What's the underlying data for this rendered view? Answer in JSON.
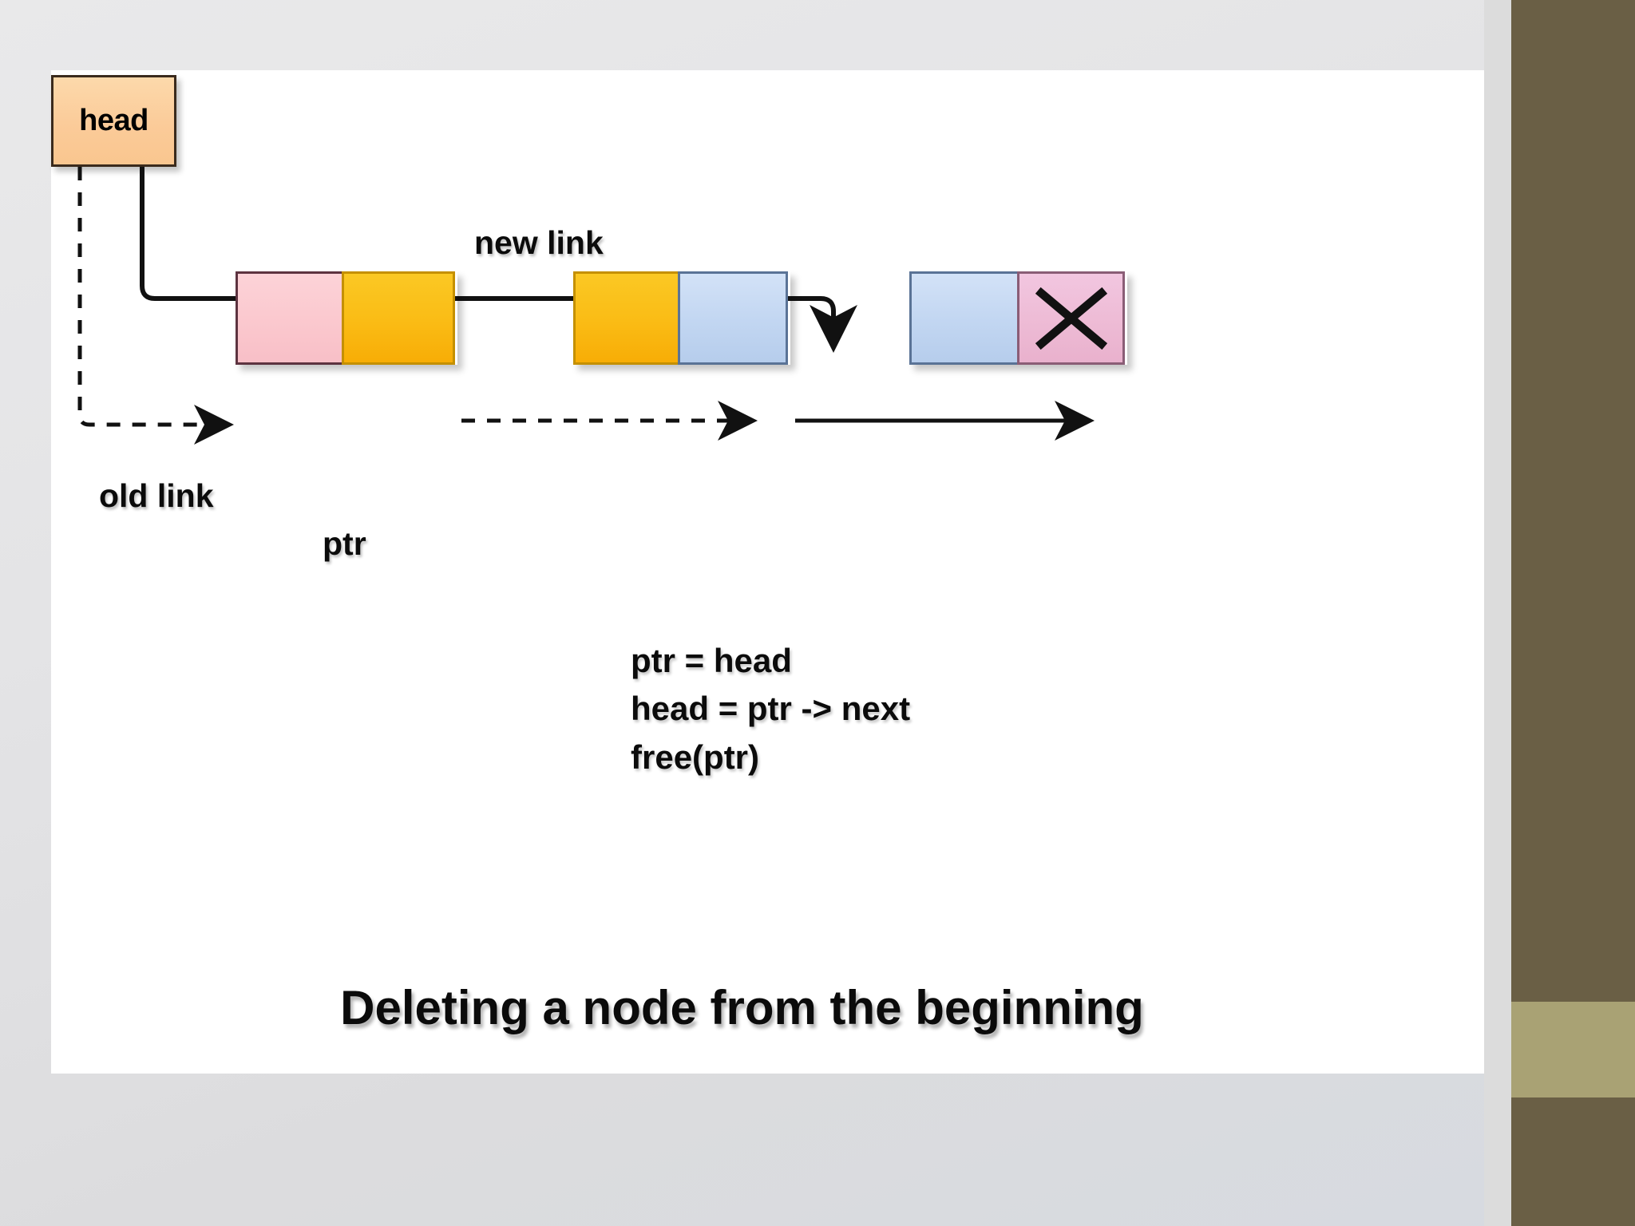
{
  "slide": {
    "caption": "Deleting a node from the beginning",
    "background_color": "#e7e7e9",
    "canvas_color": "#ffffff"
  },
  "sidebar": {
    "bar_color": "#6a5f45",
    "accent_color": "#a9a274",
    "gutter_color": "#dcdcdc"
  },
  "diagram": {
    "head_label": "head",
    "new_link_label": "new link",
    "old_link_label": "old link",
    "ptr_label": "ptr",
    "end_marker": "X",
    "nodes": [
      {
        "name": "node-deleted",
        "data_cell_color": "#fbc9cf",
        "next_cell_color": "#fabd16"
      },
      {
        "name": "node-second",
        "data_cell_color": "#fabd16",
        "next_cell_color": "#c3d7f2"
      },
      {
        "name": "node-last",
        "data_cell_color": "#c3d7f2",
        "next_cell_color": "#eebcd6"
      }
    ]
  },
  "code": {
    "lines": [
      "ptr = head",
      "head = ptr -> next",
      "free(ptr)"
    ],
    "line1": "ptr = head",
    "line2": "head = ptr -> next",
    "line3": "free(ptr)"
  }
}
